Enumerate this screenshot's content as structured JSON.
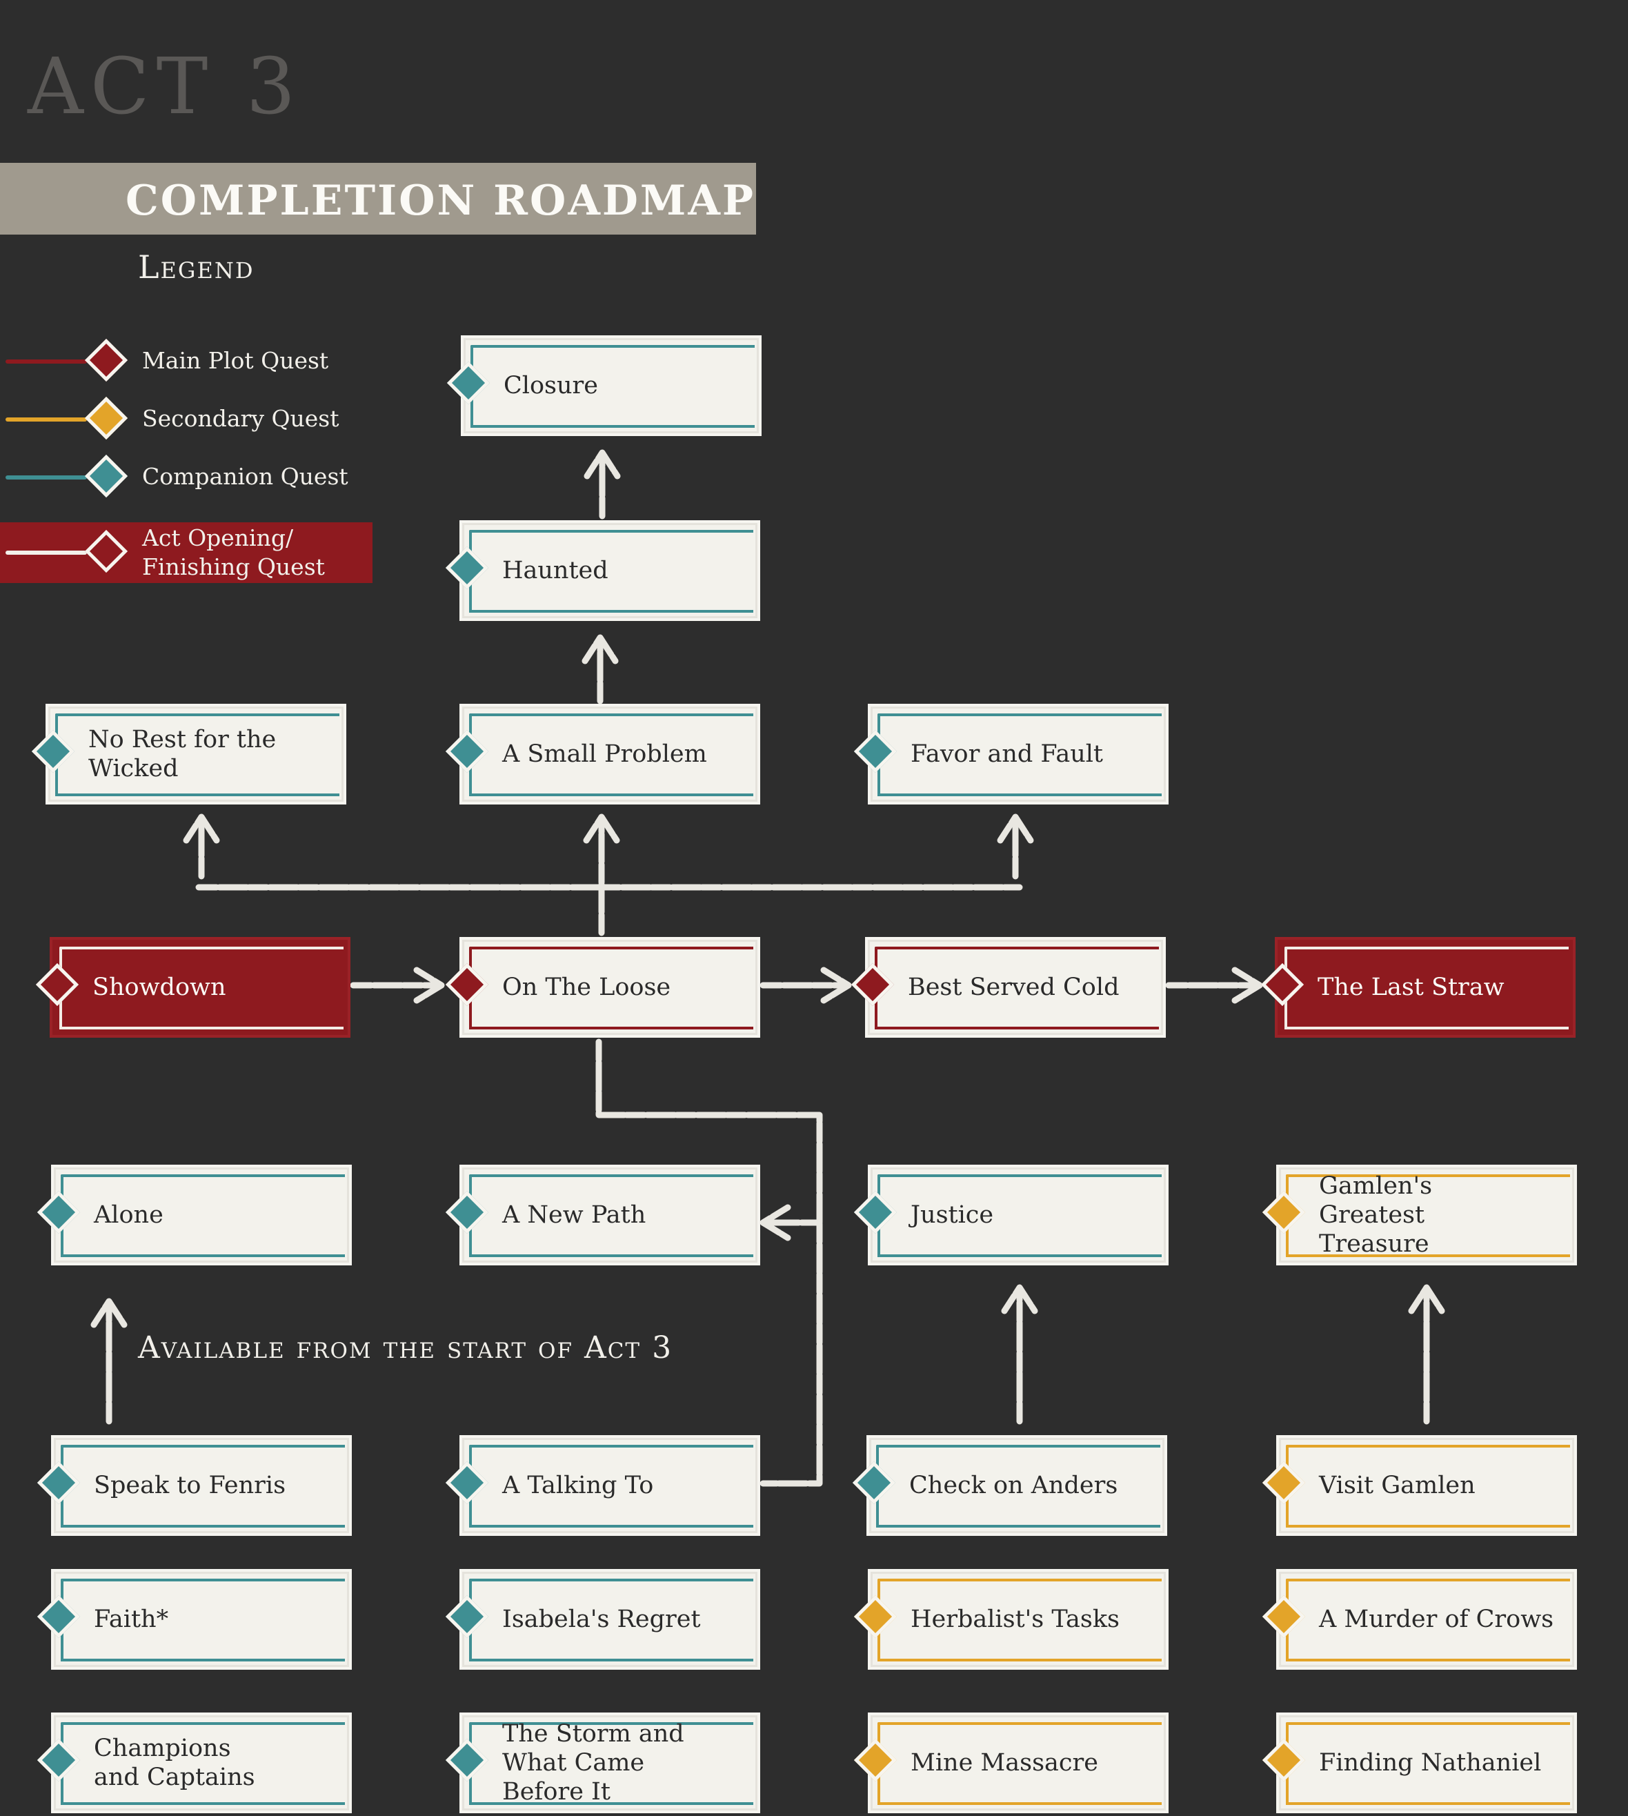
{
  "act_title": "ACT 3",
  "banner_title": "COMPLETION ROADMAP",
  "legend": {
    "title": "Legend",
    "items": [
      {
        "label": "Main Plot Quest",
        "type": "main",
        "color": "#8e1a1f"
      },
      {
        "label": "Secondary Quest",
        "type": "secondary",
        "color": "#e3a429"
      },
      {
        "label": "Companion Quest",
        "type": "companion",
        "color": "#3f8f93"
      },
      {
        "label": "Act Opening/ Finishing Quest",
        "type": "act",
        "color": "#8e1a1f"
      }
    ]
  },
  "available_label": "Available from the start of Act 3",
  "nodes": {
    "closure": "Closure",
    "haunted": "Haunted",
    "no_rest": "No Rest for the Wicked",
    "small_problem": "A Small Problem",
    "favor_fault": "Favor and Fault",
    "showdown": "Showdown",
    "on_the_loose": "On The Loose",
    "best_served_cold": "Best Served Cold",
    "last_straw": "The Last Straw",
    "alone": "Alone",
    "new_path": "A New Path",
    "justice": "Justice",
    "gamlen_treasure": "Gamlen's Greatest Treasure",
    "speak_fenris": "Speak to Fenris",
    "talking_to": "A Talking To",
    "check_anders": "Check on Anders",
    "visit_gamlen": "Visit Gamlen",
    "faith": "Faith*",
    "isabela_regret": "Isabela's Regret",
    "herbalist_tasks": "Herbalist's Tasks",
    "murder_crows": "A Murder of Crows",
    "champions_captains": "Champions and Captains",
    "storm_before": "The Storm and What Came Before It",
    "mine_massacre": "Mine Massacre",
    "finding_nathaniel": "Finding Nathaniel"
  },
  "colors": {
    "background": "#2d2d2d",
    "main": "#8e1a1f",
    "secondary": "#e3a429",
    "companion": "#3f8f93",
    "banner": "#a09a8e"
  }
}
